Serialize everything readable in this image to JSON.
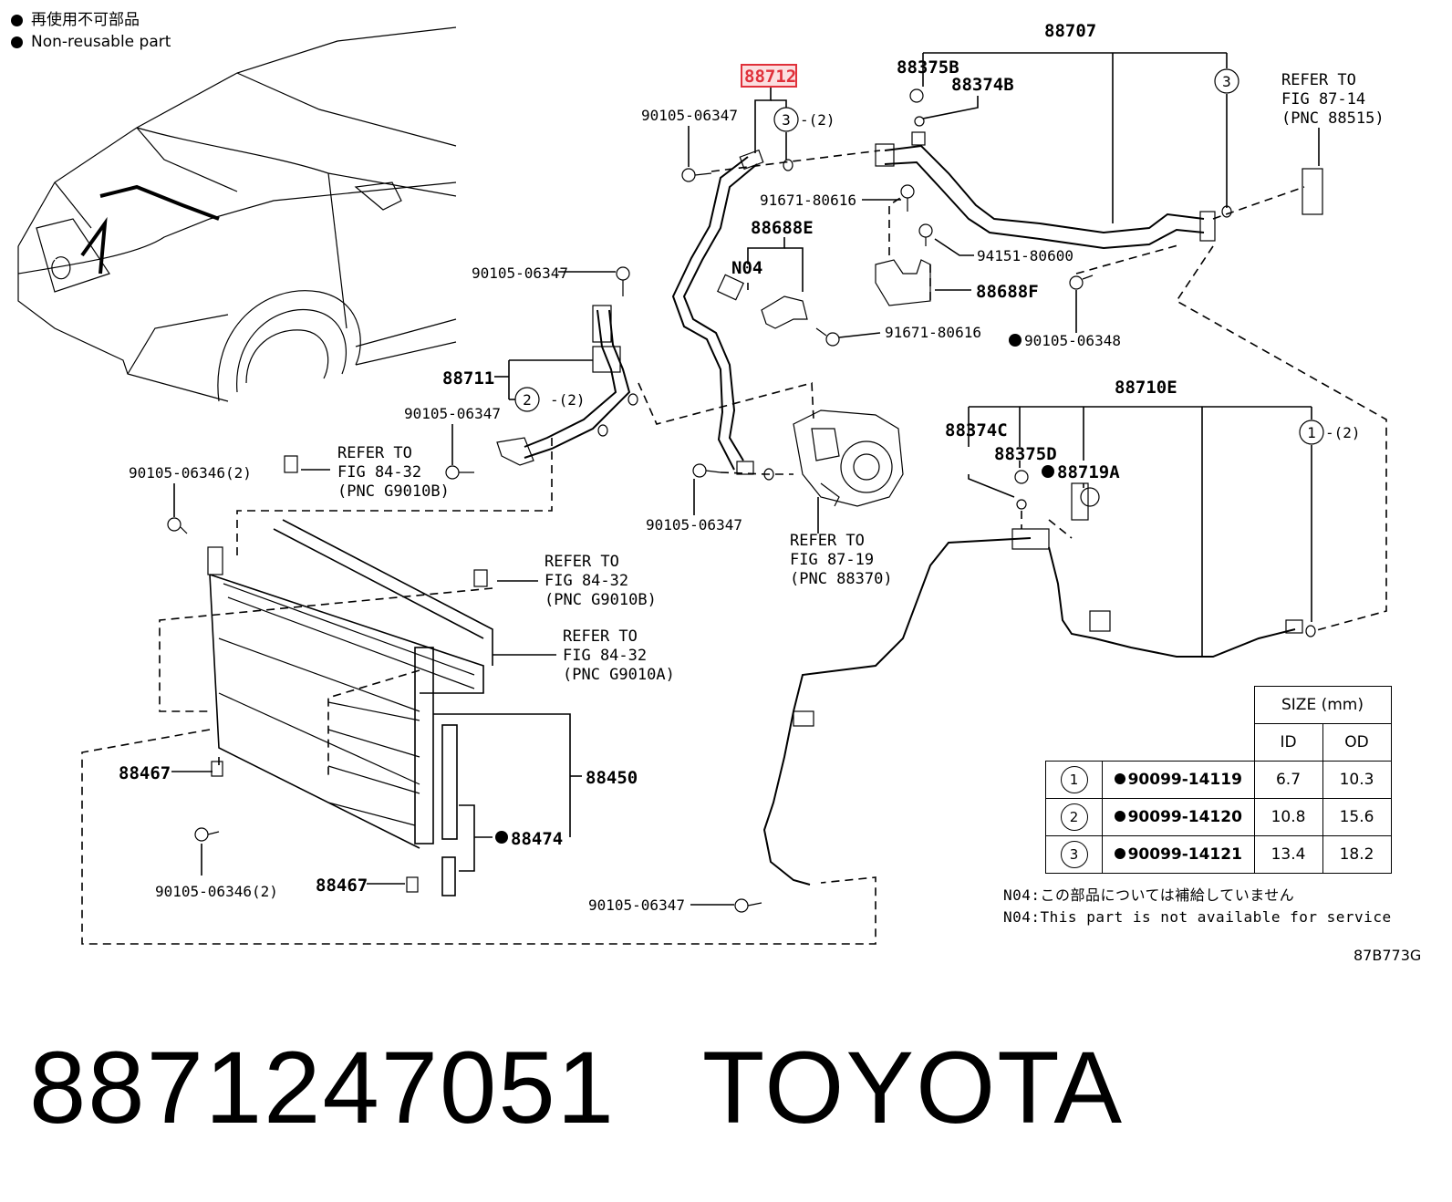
{
  "legend": {
    "ja": "再使用不可部品",
    "en": "Non-reusable part"
  },
  "labels": {
    "l88707": "88707",
    "l88712": "88712",
    "l88375B": "88375B",
    "l88374B": "88374B",
    "l90105_06347_a": "90105-06347",
    "l3_2_a": "-(2)",
    "l91671_80616_a": "91671-80616",
    "l88688E": "88688E",
    "lN04": "N04",
    "l94151_80600": "94151-80600",
    "l88688F": "88688F",
    "l91671_80616_b": "91671-80616",
    "l90105_06348": "90105-06348",
    "l90105_06347_b": "90105-06347",
    "l88711": "88711",
    "l2_2": "-(2)",
    "l90105_06347_c": "90105-06347",
    "l90105_06346_a": "90105-06346(2)",
    "l90105_06347_d": "90105-06347",
    "l88710E": "88710E",
    "l88374C": "88374C",
    "l88375D": "88375D",
    "l88719A": "88719A",
    "l1_2": "-(2)",
    "l88467_a": "88467",
    "l88450": "88450",
    "l88474": "88474",
    "l90105_06346_b": "90105-06346(2)",
    "l88467_b": "88467",
    "l90105_06347_e": "90105-06347",
    "circle1": "1",
    "circle2": "2",
    "circle3": "3"
  },
  "refs": {
    "r1": [
      "REFER TO",
      "FIG 87-14",
      "(PNC 88515)"
    ],
    "r2": [
      "REFER TO",
      "FIG 84-32",
      "(PNC G9010B)"
    ],
    "r3": [
      "REFER TO",
      "FIG 87-19",
      "(PNC 88370)"
    ],
    "r4": [
      "REFER TO",
      "FIG 84-32",
      "(PNC G9010B)"
    ],
    "r5": [
      "REFER TO",
      "FIG 84-32",
      "(PNC G9010A)"
    ]
  },
  "size_table": {
    "header": "SIZE (mm)",
    "col_id": "ID",
    "col_od": "OD",
    "rows": [
      {
        "num": "1",
        "part": "90099-14119",
        "id": "6.7",
        "od": "10.3"
      },
      {
        "num": "2",
        "part": "90099-14120",
        "id": "10.8",
        "od": "15.6"
      },
      {
        "num": "3",
        "part": "90099-14121",
        "id": "13.4",
        "od": "18.2"
      }
    ]
  },
  "footnotes": {
    "ja": "N04:この部品については補給していません",
    "en": "N04:This part is not available for service"
  },
  "diagram_code": "87B773G",
  "title": {
    "part_number": "8871247051",
    "brand": "TOYOTA"
  },
  "colors": {
    "highlight_fill": "#fbdfe0",
    "highlight_stroke": "#e0303a"
  }
}
